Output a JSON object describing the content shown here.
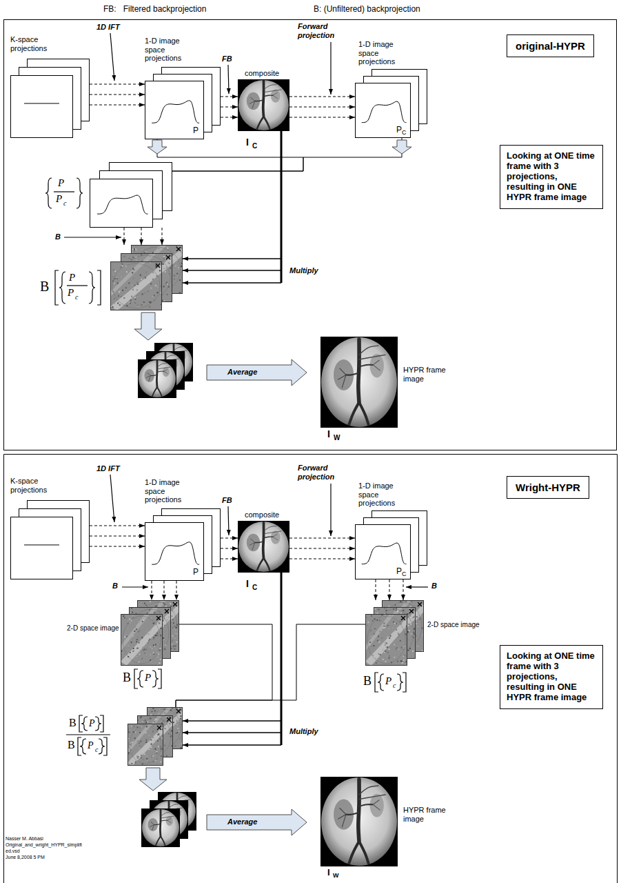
{
  "diagram": {
    "nodes": [
      {
        "text": [
          "original-HYPR"
        ]
      },
      {
        "text": [
          "K-space projections"
        ]
      },
      {
        "text": [
          "1-D image space projections",
          "P"
        ]
      },
      {
        "text": [
          "composite",
          "I",
          "C"
        ]
      },
      {
        "text": [
          "1-D image space projections",
          "P",
          "C"
        ]
      },
      {
        "text": [
          "Looking at ONE time frame with 3 projections, resulting in ONE HYPR frame image"
        ]
      },
      {
        "text": [
          "P",
          "P",
          "c"
        ]
      },
      {
        "text": [
          "B",
          "P",
          "P",
          "c"
        ]
      },
      {
        "text": [
          "HYPR frame image",
          "I",
          "W"
        ]
      },
      {
        "text": [
          "Wright-HYPR"
        ]
      },
      {
        "text": [
          "K-space projections"
        ]
      },
      {
        "text": [
          "1-D image space projections",
          "P"
        ]
      },
      {
        "text": [
          "composite",
          "I",
          "C"
        ]
      },
      {
        "text": [
          "1-D image space projections",
          "P",
          "C"
        ]
      },
      {
        "text": [
          "2-D space image",
          "B",
          "P"
        ]
      },
      {
        "text": [
          "2-D space image",
          "B",
          "P",
          "c"
        ]
      },
      {
        "text": [
          "Looking at ONE time frame with 3 projections, resulting in ONE HYPR frame image"
        ]
      },
      {
        "text": [
          "B",
          "P",
          "B",
          "P",
          "c"
        ]
      },
      {
        "text": [
          "HYPR frame image",
          "I",
          "W"
        ]
      }
    ],
    "edges": [
      {
        "from": 1,
        "to": 2,
        "arrow": "to"
      },
      {
        "from": 2,
        "to": 3,
        "arrow": "to"
      },
      {
        "from": 3,
        "to": 4,
        "arrow": "to"
      },
      {
        "from": 2,
        "to": 6,
        "arrow": "none"
      },
      {
        "from": 4,
        "to": 6,
        "arrow": "none"
      },
      {
        "from": 6,
        "to": 7,
        "arrow": "to"
      },
      {
        "from": 3,
        "to": 7,
        "arrow": "to",
        "label": "Multiply"
      },
      {
        "from": 10,
        "to": 11,
        "arrow": "to"
      },
      {
        "from": 11,
        "to": 12,
        "arrow": "to"
      },
      {
        "from": 12,
        "to": 13,
        "arrow": "to"
      },
      {
        "from": 11,
        "to": 14,
        "arrow": "to"
      },
      {
        "from": 13,
        "to": 15,
        "arrow": "to"
      },
      {
        "from": 14,
        "to": 17,
        "arrow": "none"
      },
      {
        "from": 15,
        "to": 17,
        "arrow": "none"
      },
      {
        "from": 12,
        "to": 17,
        "arrow": "to",
        "label": "Multiply"
      }
    ],
    "labels": [
      "FB:   Filtered backprojection",
      "B: (Unfiltered) backprojection",
      "1D IFT",
      "FB",
      "Forward projection",
      "B",
      "Average",
      "1D IFT",
      "FB",
      "Forward projection",
      "B",
      "B",
      "Average",
      "Nasser M. Abbasi",
      "Original_and_wright_HYPR_simplifi",
      "ed.vsd",
      "June 8,2008 5 PM"
    ]
  }
}
